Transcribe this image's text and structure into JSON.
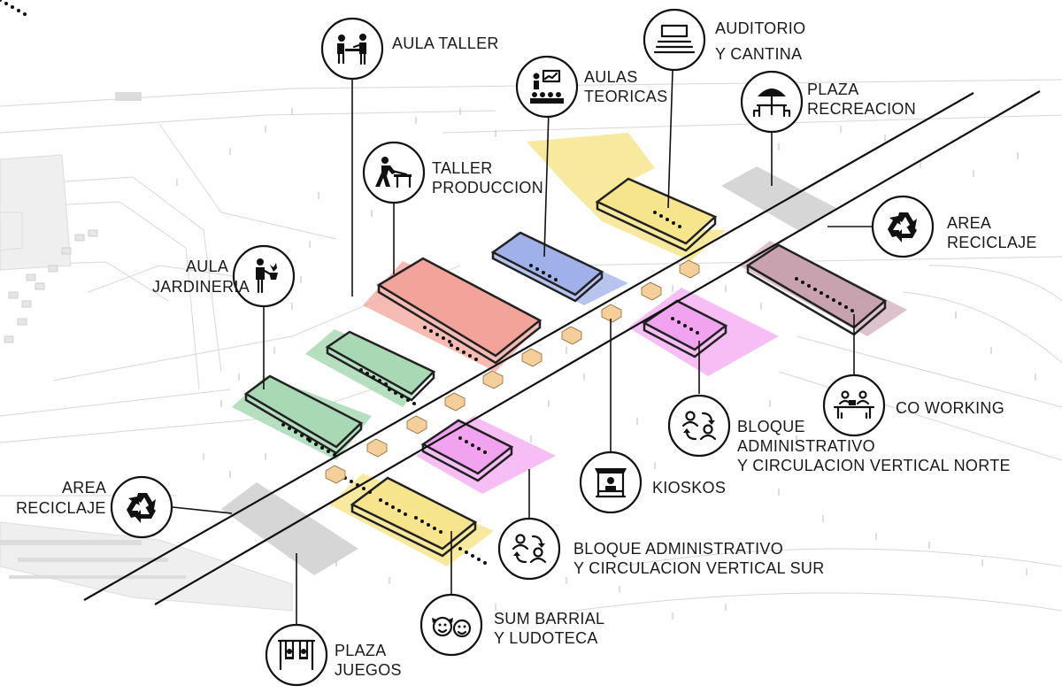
{
  "labels": {
    "aula_taller": [
      "AULA TALLER"
    ],
    "aulas_teoricas": [
      "AULAS",
      "TEORICAS"
    ],
    "auditorio": [
      "AUDITORIO",
      "Y CANTINA"
    ],
    "plaza_recreacion": [
      "PLAZA",
      "RECREACION"
    ],
    "taller_produccion": [
      "TALLER",
      "PRODUCCION"
    ],
    "area_reciclaje_norte": [
      "AREA",
      "RECICLAJE"
    ],
    "aula_jardineria": [
      "AULA",
      "JARDINERIA"
    ],
    "co_working": [
      "CO WORKING"
    ],
    "bloque_norte": [
      "BLOQUE",
      "ADMINISTRATIVO",
      "Y CIRCULACION VERTICAL NORTE"
    ],
    "kioskos": [
      "KIOSKOS"
    ],
    "area_reciclaje_sur": [
      "AREA",
      "RECICLAJE"
    ],
    "bloque_sur": [
      "BLOQUE ADMINISTRATIVO",
      "Y CIRCULACION VERTICAL SUR"
    ],
    "sum_barrial": [
      "SUM BARRIAL",
      "Y LUDOTECA"
    ],
    "plaza_juegos": [
      "PLAZA",
      "JUEGOS"
    ]
  },
  "icons": {
    "aula_taller": "workshop-class-icon",
    "aulas_teoricas": "lecture-class-icon",
    "auditorio": "auditorium-icon",
    "plaza_recreacion": "picnic-umbrella-icon",
    "taller_produccion": "sawing-worker-icon",
    "area_reciclaje_norte": "recycle-icon",
    "aula_jardineria": "gardening-icon",
    "co_working": "coworking-icon",
    "bloque_norte": "users-exchange-icon",
    "kioskos": "kiosk-icon",
    "area_reciclaje_sur": "recycle-icon",
    "bloque_sur": "users-exchange-icon",
    "sum_barrial": "children-faces-icon",
    "plaza_juegos": "swings-icon"
  },
  "colors": {
    "green": "#a9d9b4",
    "red": "#f2a49b",
    "blue": "#9fb1e8",
    "yellow": "#f6e58c",
    "magenta": "#f2a3ef",
    "mauve": "#c9a2b0",
    "gray": "#cfcfcf",
    "kiosk": "#f4cf9a"
  }
}
